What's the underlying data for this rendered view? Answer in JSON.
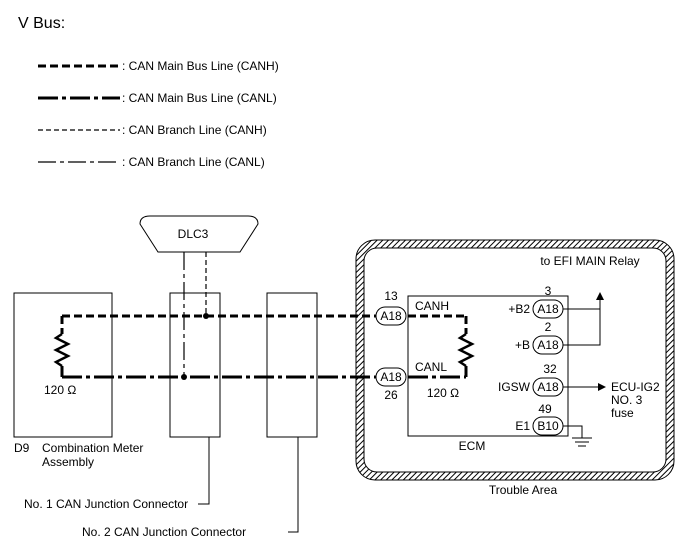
{
  "title": "V Bus:",
  "legend": [
    {
      "label": ": CAN Main Bus Line (CANH)",
      "style": "main-dashed"
    },
    {
      "label": ": CAN Main Bus Line (CANL)",
      "style": "main-dashdot"
    },
    {
      "label": ": CAN Branch Line (CANH)",
      "style": "branch-dashed"
    },
    {
      "label": ": CAN Branch Line (CANL)",
      "style": "branch-dashdot"
    }
  ],
  "dlc3": {
    "label": "DLC3"
  },
  "combination_meter": {
    "code": "D9",
    "name_line1": "Combination Meter",
    "name_line2": "Assembly",
    "resistance": "120 Ω"
  },
  "junction1": {
    "label": "No. 1 CAN Junction Connector"
  },
  "junction2": {
    "label": "No. 2 CAN Junction Connector"
  },
  "ecm": {
    "name": "ECM",
    "resistance": "120 Ω",
    "canh": {
      "pin": "13",
      "connector": "A18",
      "signal": "CANH"
    },
    "canl": {
      "pin": "26",
      "connector": "A18",
      "signal": "CANL"
    },
    "b2": {
      "pin": "3",
      "connector": "A18",
      "terminal": "+B2"
    },
    "b": {
      "pin": "2",
      "connector": "A18",
      "terminal": "+B"
    },
    "igsw": {
      "pin": "32",
      "connector": "A18",
      "terminal": "IGSW"
    },
    "e1": {
      "pin": "49",
      "connector": "B10",
      "terminal": "E1"
    }
  },
  "efi_relay": "to EFI MAIN Relay",
  "ecu_ig2": {
    "line1": "ECU-IG2",
    "line2": "NO. 3",
    "line3": "fuse"
  },
  "trouble_area": "Trouble Area"
}
